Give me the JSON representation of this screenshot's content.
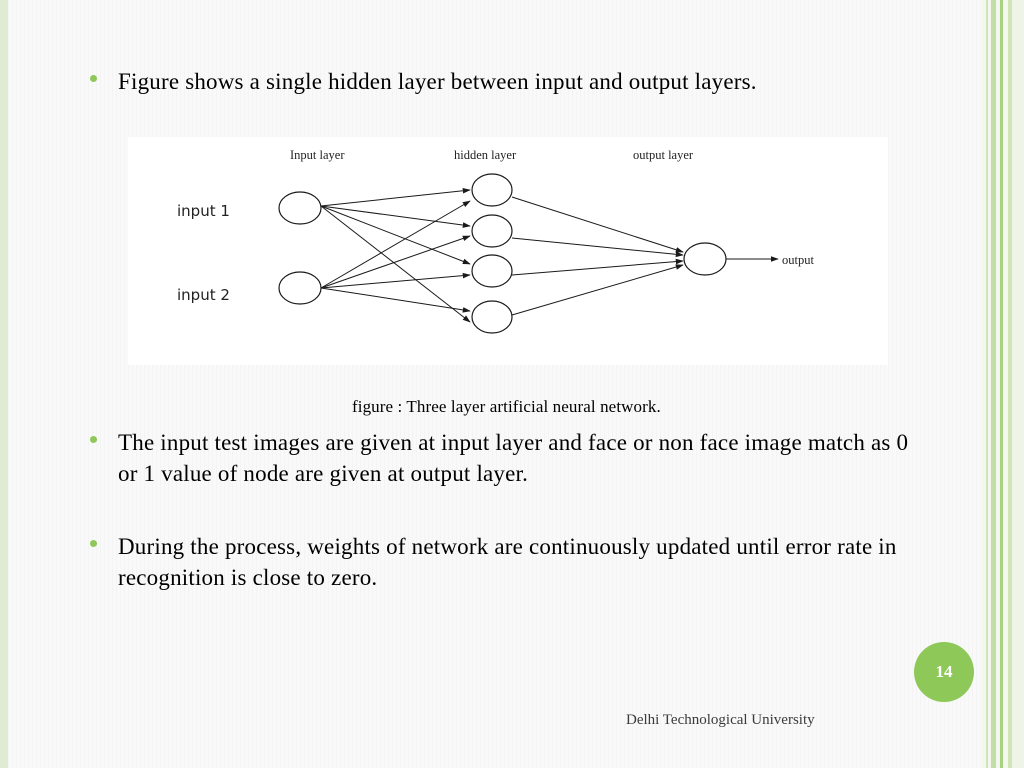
{
  "slide": {
    "bullets": [
      "Figure shows a single hidden layer between  input and output layers.",
      "The input test images are given at input layer and face or non face image match as 0 or 1 value of node are given at output layer.",
      "During the process, weights of network are continuously updated until error rate in recognition is close to zero."
    ],
    "caption": "figure : Three layer artificial neural network.",
    "page_number": "14",
    "footer": "Delhi Technological University",
    "colors": {
      "accent_green": "#8dc859",
      "background": "#f9f9f9",
      "text": "#000000"
    }
  },
  "diagram": {
    "layer_labels": {
      "input": "Input layer",
      "hidden": "hidden layer",
      "output": "output layer"
    },
    "input_labels": [
      "input 1",
      "input 2"
    ],
    "output_label": "output",
    "nodes": {
      "input": [
        "input-node-1",
        "input-node-2"
      ],
      "hidden": [
        "hidden-node-1",
        "hidden-node-2",
        "hidden-node-3",
        "hidden-node-4"
      ],
      "output": [
        "output-node"
      ]
    },
    "connections": "each input node connects to every hidden node; every hidden node connects to the output node; output node feeds the output arrow"
  }
}
